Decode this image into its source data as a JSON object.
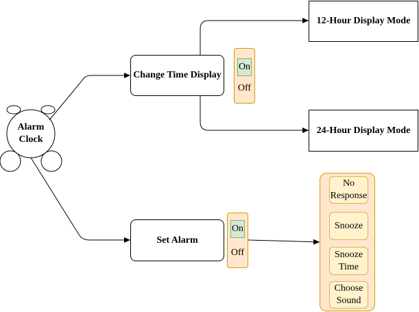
{
  "nodes": {
    "center": "Alarm Clock",
    "change_time": "Change Time Display",
    "mode_12": "12-Hour Display Mode",
    "mode_24": "24-Hour Display Mode",
    "set_alarm": "Set Alarm"
  },
  "toggles": {
    "display": {
      "on": "On",
      "off": "Off"
    },
    "alarm": {
      "on": "On",
      "off": "Off"
    }
  },
  "alarm_options": [
    "No Response",
    "Snooze",
    "Snooze Time",
    "Choose Sound"
  ],
  "colors": {
    "panel_fill": "#ffe6cc",
    "panel_border": "#d79b00",
    "on_fill": "#d5e8d4",
    "on_border": "#82b366",
    "option_fill": "#fff2cc",
    "option_border": "#d6b656"
  }
}
